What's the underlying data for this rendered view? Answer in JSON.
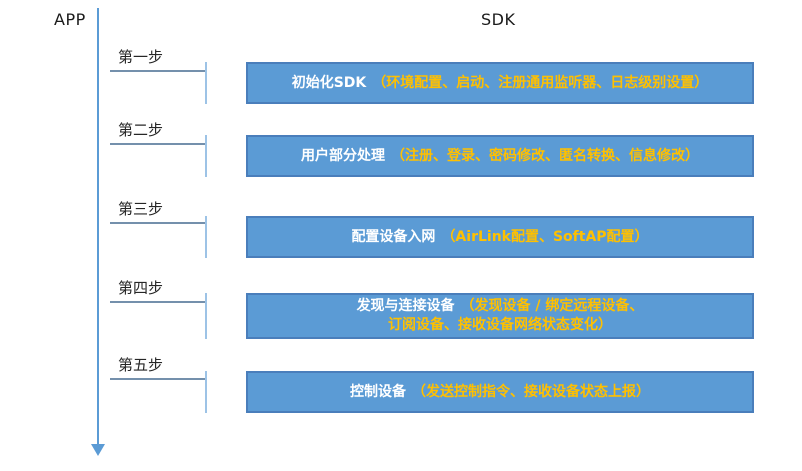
{
  "diagram": {
    "app_label": "APP",
    "sdk_label": "SDK",
    "colors": {
      "box_fill": "#5b9bd5",
      "box_border": "#4a7ebb",
      "accent_text": "#ffc000",
      "connector_line": "#7490ac",
      "connector_tick": "#9dc3e6",
      "arrow_line": "#5b9bd5"
    },
    "steps": [
      {
        "label": "第一步",
        "title": "初始化SDK",
        "desc": "（环境配置、启动、注册通用监听器、日志级别设置）"
      },
      {
        "label": "第二步",
        "title": "用户部分处理",
        "desc": "（注册、登录、密码修改、匿名转换、信息修改）"
      },
      {
        "label": "第三步",
        "title": "配置设备入网",
        "desc": "（AirLink配置、SoftAP配置）"
      },
      {
        "label": "第四步",
        "title": "发现与连接设备",
        "desc": "（发现设备 / 绑定远程设备、",
        "desc2": "订阅设备、接收设备网络状态变化）"
      },
      {
        "label": "第五步",
        "title": "控制设备",
        "desc": "（发送控制指令、接收设备状态上报）"
      }
    ]
  }
}
